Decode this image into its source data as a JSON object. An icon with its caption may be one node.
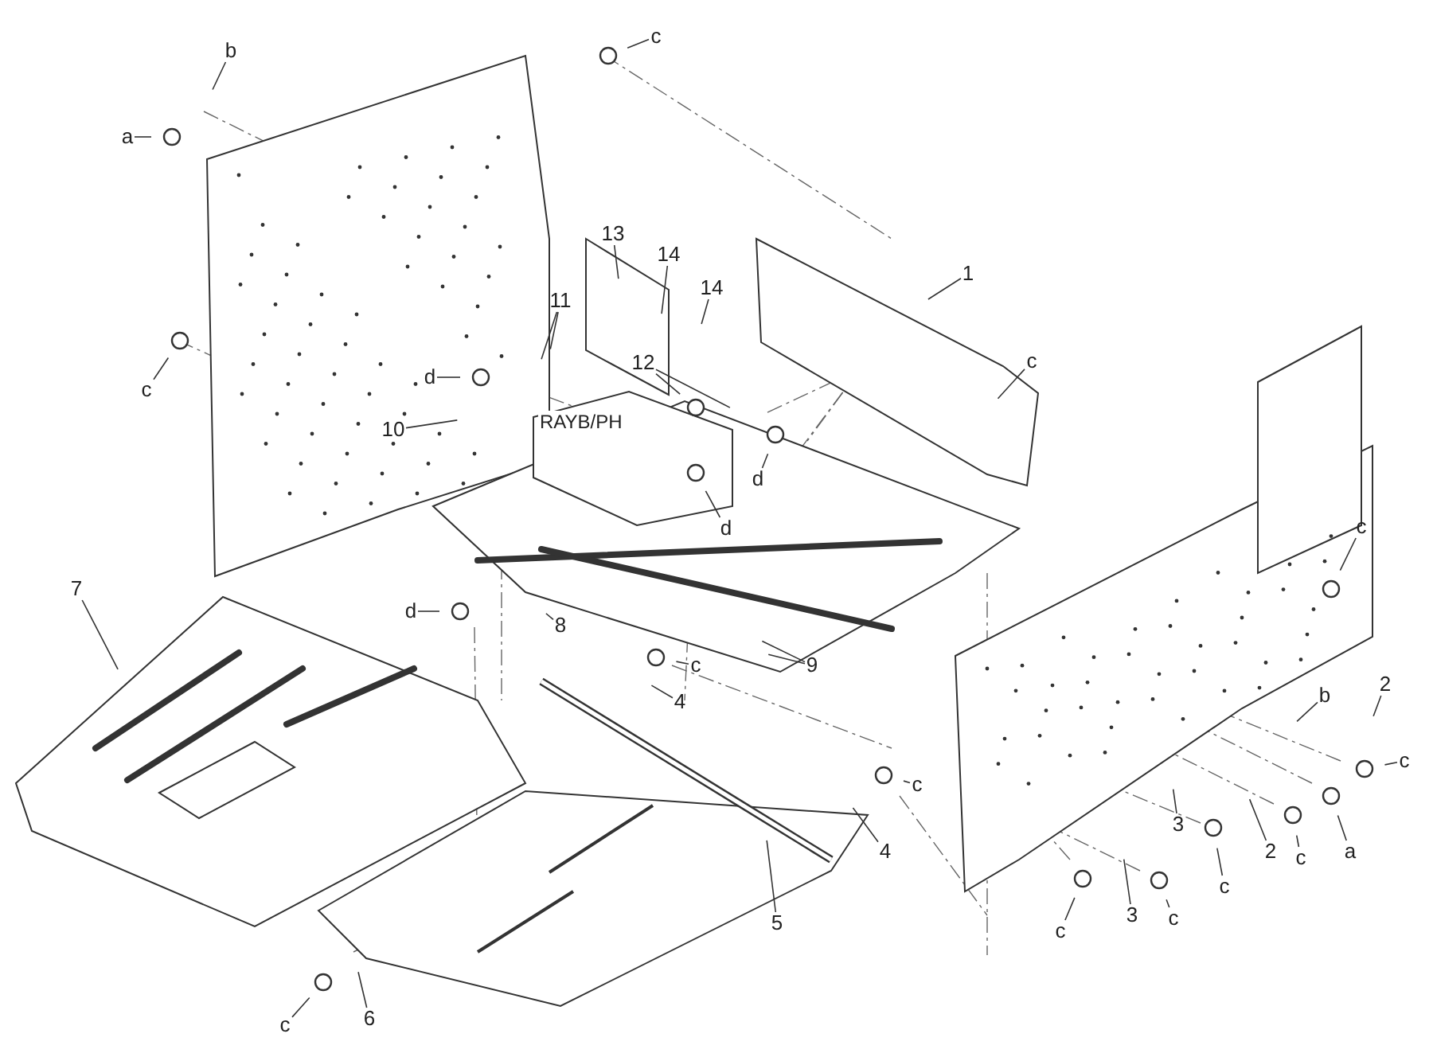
{
  "diagram": {
    "nodes": [
      {
        "text": [
          "a"
        ]
      },
      {
        "text": [
          "b"
        ]
      },
      {
        "text": [
          "c"
        ]
      },
      {
        "text": [
          "c"
        ]
      },
      {
        "text": [
          "d"
        ]
      },
      {
        "text": [
          "13"
        ]
      },
      {
        "text": [
          "14"
        ]
      },
      {
        "text": [
          "14"
        ]
      },
      {
        "text": [
          "11"
        ]
      },
      {
        "text": [
          "1"
        ]
      },
      {
        "text": [
          "c"
        ]
      },
      {
        "text": [
          "10"
        ]
      },
      {
        "text": [
          "12"
        ]
      },
      {
        "text": [
          "d"
        ]
      },
      {
        "text": [
          "d"
        ]
      },
      {
        "text": [
          "7"
        ]
      },
      {
        "text": [
          "d"
        ]
      },
      {
        "text": [
          "8"
        ]
      },
      {
        "text": [
          "c"
        ]
      },
      {
        "text": [
          "4"
        ]
      },
      {
        "text": [
          "9"
        ]
      },
      {
        "text": [
          "c"
        ]
      },
      {
        "text": [
          "2"
        ]
      },
      {
        "text": [
          "b"
        ]
      },
      {
        "text": [
          "c"
        ]
      },
      {
        "text": [
          "a"
        ]
      },
      {
        "text": [
          "2"
        ]
      },
      {
        "text": [
          "c"
        ]
      },
      {
        "text": [
          "3"
        ]
      },
      {
        "text": [
          "c"
        ]
      },
      {
        "text": [
          "4"
        ]
      },
      {
        "text": [
          "c"
        ]
      },
      {
        "text": [
          "5"
        ]
      },
      {
        "text": [
          "3"
        ]
      },
      {
        "text": [
          "c"
        ]
      },
      {
        "text": [
          "c"
        ]
      },
      {
        "text": [
          "c"
        ]
      },
      {
        "text": [
          "6"
        ]
      }
    ],
    "edges": [
      {
        "from": 0,
        "to": null,
        "arrow": "none"
      },
      {
        "from": 1,
        "to": null,
        "arrow": "none"
      },
      {
        "from": 2,
        "to": null,
        "arrow": "none"
      },
      {
        "from": 3,
        "to": null,
        "arrow": "none"
      },
      {
        "from": 4,
        "to": null,
        "arrow": "none"
      },
      {
        "from": 5,
        "to": null,
        "arrow": "none"
      },
      {
        "from": 6,
        "to": null,
        "arrow": "none"
      },
      {
        "from": 7,
        "to": null,
        "arrow": "none"
      },
      {
        "from": 8,
        "to": null,
        "arrow": "none"
      },
      {
        "from": 8,
        "to": null,
        "arrow": "none"
      },
      {
        "from": 9,
        "to": null,
        "arrow": "none"
      },
      {
        "from": 10,
        "to": null,
        "arrow": "none"
      },
      {
        "from": 11,
        "to": null,
        "arrow": "none"
      },
      {
        "from": 12,
        "to": null,
        "arrow": "none"
      },
      {
        "from": 12,
        "to": null,
        "arrow": "none"
      },
      {
        "from": 13,
        "to": null,
        "arrow": "none"
      },
      {
        "from": 14,
        "to": null,
        "arrow": "none"
      },
      {
        "from": 15,
        "to": null,
        "arrow": "none"
      },
      {
        "from": 16,
        "to": null,
        "arrow": "none"
      },
      {
        "from": 17,
        "to": null,
        "arrow": "none"
      },
      {
        "from": 18,
        "to": null,
        "arrow": "none"
      },
      {
        "from": 19,
        "to": null,
        "arrow": "none"
      },
      {
        "from": 20,
        "to": null,
        "arrow": "none"
      },
      {
        "from": 20,
        "to": null,
        "arrow": "none"
      },
      {
        "from": 21,
        "to": null,
        "arrow": "none"
      },
      {
        "from": 22,
        "to": null,
        "arrow": "none"
      },
      {
        "from": 23,
        "to": null,
        "arrow": "none"
      },
      {
        "from": 24,
        "to": null,
        "arrow": "none"
      },
      {
        "from": 25,
        "to": null,
        "arrow": "none"
      },
      {
        "from": 26,
        "to": null,
        "arrow": "none"
      },
      {
        "from": 27,
        "to": null,
        "arrow": "none"
      },
      {
        "from": 28,
        "to": null,
        "arrow": "none"
      },
      {
        "from": 29,
        "to": null,
        "arrow": "none"
      },
      {
        "from": 30,
        "to": null,
        "arrow": "none"
      },
      {
        "from": 31,
        "to": null,
        "arrow": "none"
      },
      {
        "from": 32,
        "to": null,
        "arrow": "none"
      },
      {
        "from": 33,
        "to": null,
        "arrow": "none"
      },
      {
        "from": 34,
        "to": null,
        "arrow": "none"
      },
      {
        "from": 35,
        "to": null,
        "arrow": "none"
      },
      {
        "from": 36,
        "to": null,
        "arrow": "none"
      },
      {
        "from": 37,
        "to": null,
        "arrow": "none"
      }
    ],
    "labels": [
      "RAYB/PH"
    ]
  }
}
